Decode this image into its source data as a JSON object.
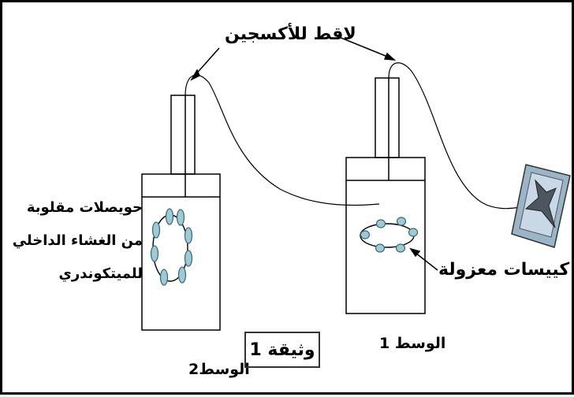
{
  "labels": {
    "oxygen_sensor": "لاقط للأكسجين",
    "vesicles_line1": "حويصلات مقلوبة",
    "vesicles_line2": "من الغشاء الداخلي",
    "vesicles_line3": "للميتكوندري",
    "isolated_sacs": "كييسات معزولة",
    "medium1": "الوسط 1",
    "medium2": "الوسط2",
    "document": "وثيقة 1"
  },
  "colors": {
    "line": "#000000",
    "vesicle_fill": "#9fc9d4",
    "vesicle_stroke": "#3c6b78",
    "monitor_frame": "#9ab4c8",
    "monitor_screen": "#c8d8e6"
  }
}
